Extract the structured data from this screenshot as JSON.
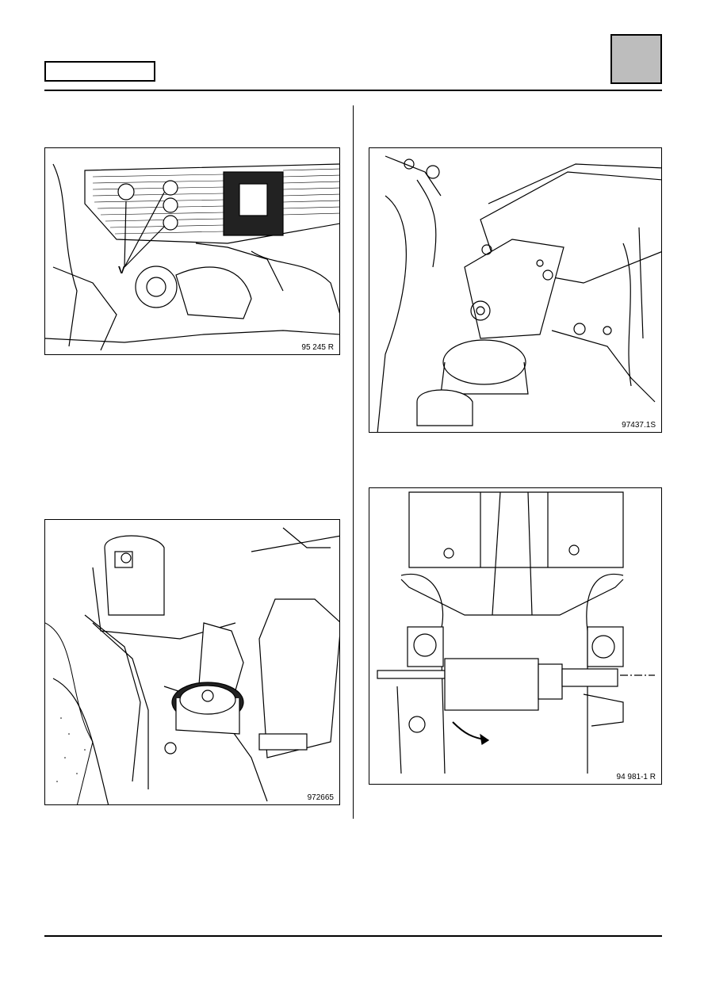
{
  "header": {
    "box_text": "",
    "corner_box_text": ""
  },
  "figures": [
    {
      "id": "fig1",
      "label": "95 245 R",
      "callouts": [
        "V"
      ]
    },
    {
      "id": "fig2",
      "label": "97437.1S"
    },
    {
      "id": "fig3",
      "label": "972665"
    },
    {
      "id": "fig4",
      "label": "94 981-1 R"
    }
  ]
}
